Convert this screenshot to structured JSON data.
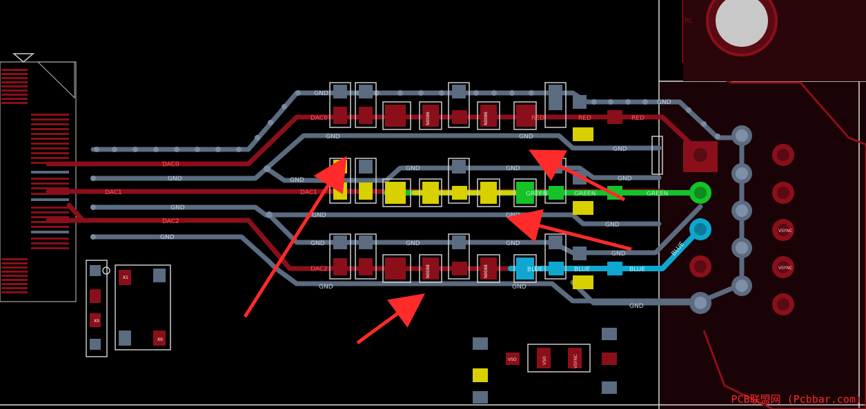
{
  "nets": {
    "gnd": "GND",
    "dac0": "DAC0",
    "dac1": "DAC1",
    "dac2": "DAC2",
    "red": "RED",
    "green": "GREEN",
    "blue": "BLUE",
    "vso": "VSO",
    "vsync": "VSYNC"
  },
  "components": {
    "n0086": "N0086",
    "n0088": "N0088",
    "x1": "X1",
    "x0": "X0",
    "pc": "PC"
  },
  "watermark": "PCB联盟网 (Pcbbar.com)",
  "colors": {
    "background": "#000000",
    "gnd_trace": "#5b6b80",
    "red_trace": "#8b0f1a",
    "green_trace": "#16c12a",
    "blue_trace": "#0fa7cf",
    "yellow_pad": "#d8d000",
    "annotation_arrow": "#ff2a2a",
    "outline": "#ffffff"
  },
  "icons": [
    "arrow-icon",
    "via-icon",
    "pad-icon"
  ]
}
